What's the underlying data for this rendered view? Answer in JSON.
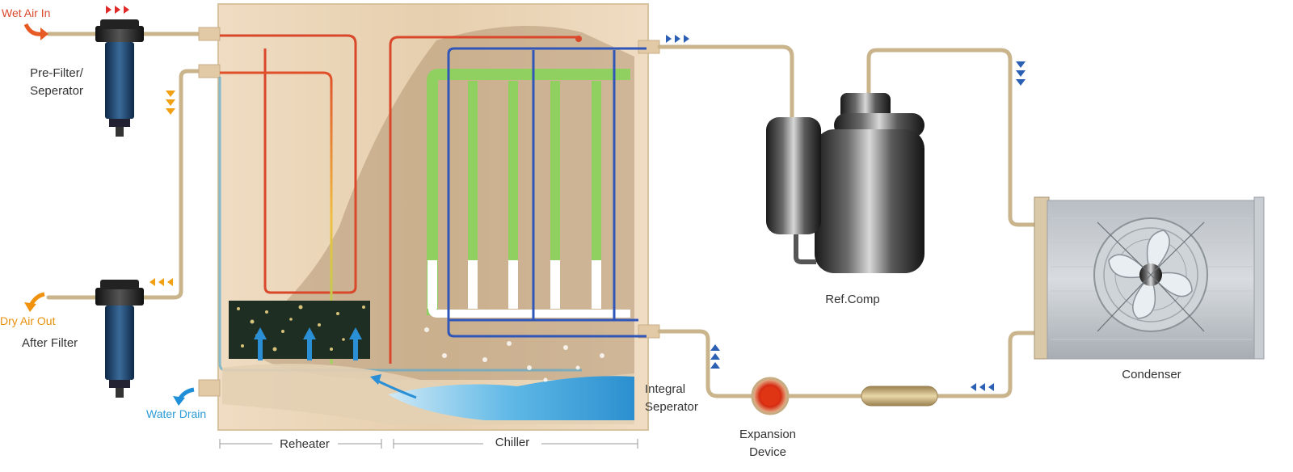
{
  "labels": {
    "wet_air_in": "Wet Air In",
    "pre_filter_line1": "Pre-Filter/",
    "pre_filter_line2": "Seperator",
    "dry_air_out": "Dry Air Out",
    "after_filter": "After Filter",
    "water_drain": "Water Drain",
    "reheater": "Reheater",
    "chiller": "Chiller",
    "integral_sep_line1": "Integral",
    "integral_sep_line2": "Seperator",
    "expansion_line1": "Expansion",
    "expansion_line2": "Device",
    "ref_comp": "Ref.Comp",
    "condenser": "Condenser"
  },
  "colors": {
    "wet_air": "#d9482b",
    "dry_air": "#e8900c",
    "water": "#2b9ad6",
    "refrigerant_arrow": "#2b5fb4",
    "pipe": "#c9b48c",
    "chiller_green": "#8fd060",
    "reheater_red": "#d9482b",
    "refrigerant_tube": "#2f56b8",
    "panel": "#e8d0b0"
  },
  "icons": {
    "wet_air_in_arrow": "curved-arrow-right-icon",
    "dry_air_out_arrow": "curved-arrow-left-icon",
    "water_drain_arrow": "curved-arrow-left-icon",
    "flow_chevrons": "chevron-icon",
    "condenser_fan": "fan-icon"
  }
}
